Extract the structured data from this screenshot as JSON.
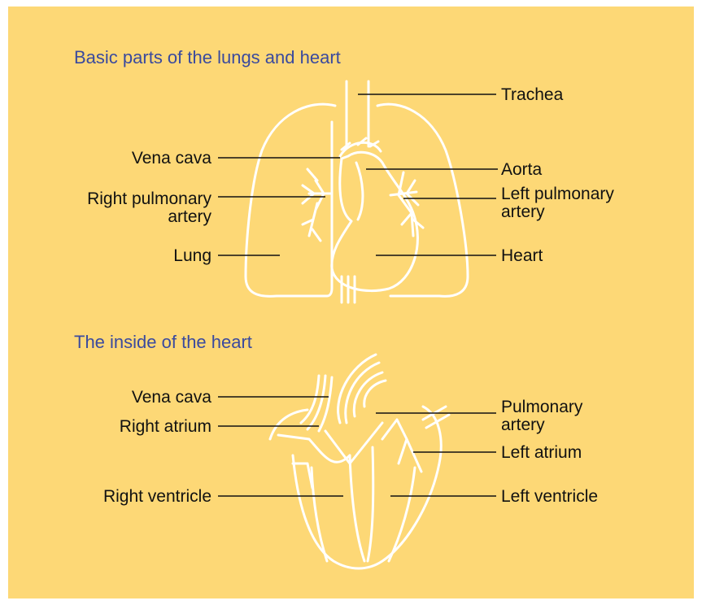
{
  "colors": {
    "background": "#fdd876",
    "title": "#3a4a9e",
    "outline": "#ffffff",
    "leader": "#111111"
  },
  "section1": {
    "title": "Basic parts of the lungs and heart",
    "labels": {
      "trachea": "Trachea",
      "vena_cava": "Vena cava",
      "aorta": "Aorta",
      "right_pulmonary_artery": [
        "Right pulmonary",
        "artery"
      ],
      "left_pulmonary_artery": [
        "Left pulmonary",
        "artery"
      ],
      "lung": "Lung",
      "heart": "Heart"
    }
  },
  "section2": {
    "title": "The inside of the heart",
    "labels": {
      "vena_cava": "Vena cava",
      "right_atrium": "Right atrium",
      "pulmonary_artery": [
        "Pulmonary",
        "artery"
      ],
      "left_atrium": "Left atrium",
      "right_ventricle": "Right ventricle",
      "left_ventricle": "Left ventricle"
    }
  }
}
